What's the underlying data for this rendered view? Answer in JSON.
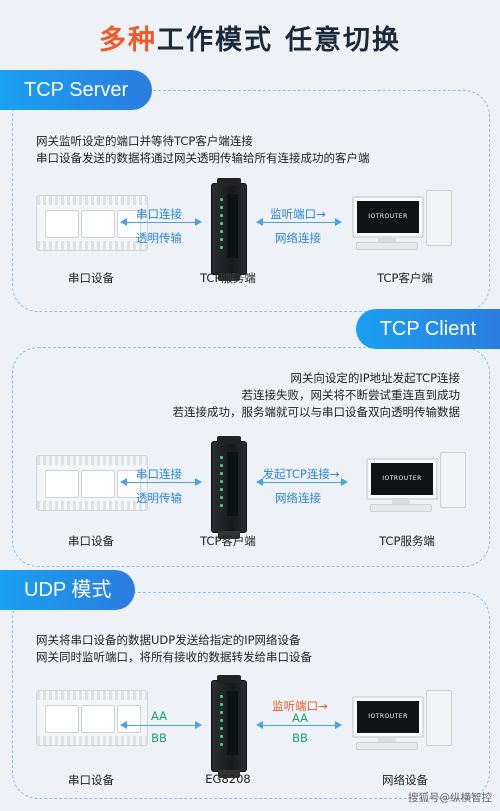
{
  "title": {
    "part1": "多种",
    "part2": "工作模式",
    "part3": "任意切换"
  },
  "sections": {
    "tcp_server": {
      "pill": "TCP Server",
      "desc1": "网关监听设定的端口并等待TCP客户端连接",
      "desc2": "串口设备发送的数据将通过网关透明传输给所有连接成功的客户端",
      "left_arrow_top": "串口连接",
      "left_arrow_bottom": "透明传输",
      "right_arrow_top": "监听端口→",
      "right_arrow_bottom": "网络连接",
      "left_device": "串口设备",
      "center_device": "TCP服务端",
      "right_device": "TCP客户端",
      "screen_text": "IOTROUTER"
    },
    "tcp_client": {
      "pill": "TCP Client",
      "desc1": "网关向设定的IP地址发起TCP连接",
      "desc2": "若连接失败，网关将不断尝试重连直到成功",
      "desc3": "若连接成功，服务端就可以与串口设备双向透明传输数据",
      "left_arrow_top": "串口连接",
      "left_arrow_bottom": "透明传输",
      "right_arrow_top": "发起TCP连接→",
      "right_arrow_bottom": "网络连接",
      "left_device": "串口设备",
      "center_device": "TCP客户端",
      "right_device": "TCP服务端",
      "screen_text": "IOTROUTER"
    },
    "udp": {
      "pill": "UDP 模式",
      "desc1": "网关将串口设备的数据UDP发送给指定的IP网络设备",
      "desc2": "网关同时监听端口，将所有接收的数据转发给串口设备",
      "left_arrow_top": "AA",
      "left_arrow_bottom": "BB",
      "right_arrow_top": "监听端口→",
      "right_arrow_top2": "AA",
      "right_arrow_bottom": "BB",
      "left_device": "串口设备",
      "center_device": "EG8208",
      "right_device": "网络设备",
      "screen_text": "IOTROUTER"
    }
  },
  "watermark": "搜狐号@纵横智控",
  "colors": {
    "accent": "#f05a28",
    "pill": "#1aa0f0",
    "arrow": "#4aa3e8",
    "label_blue": "#2b86d6",
    "label_green": "#1aa36b"
  }
}
